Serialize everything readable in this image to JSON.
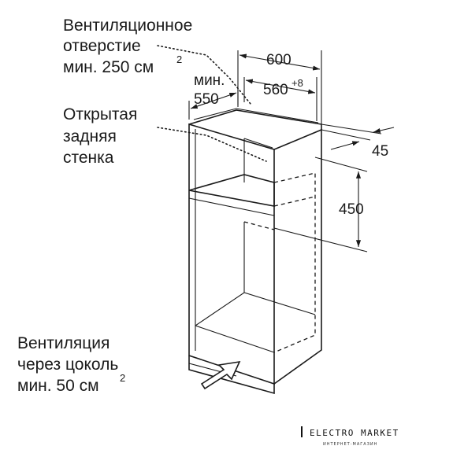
{
  "labels": {
    "vent_hole": [
      "Вентиляционное",
      "отверстие",
      "мин. 250 см"
    ],
    "vent_hole_sup": "2",
    "open_back": [
      "Открытая",
      "задняя",
      "стенка"
    ],
    "vent_plinth": [
      "Вентиляция",
      "через цоколь",
      "мин. 50 см"
    ],
    "vent_plinth_sup": "2"
  },
  "dimensions": {
    "width_outer": "600",
    "width_inner": "560",
    "width_inner_tol": "+8",
    "depth_min_label": "мин.",
    "depth_min": "550",
    "top_offset": "45",
    "niche_height": "450"
  },
  "logo": {
    "name": "ELECTRO MARKET",
    "subtitle": "ИНТЕРНЕТ-МАГАЗИН"
  }
}
